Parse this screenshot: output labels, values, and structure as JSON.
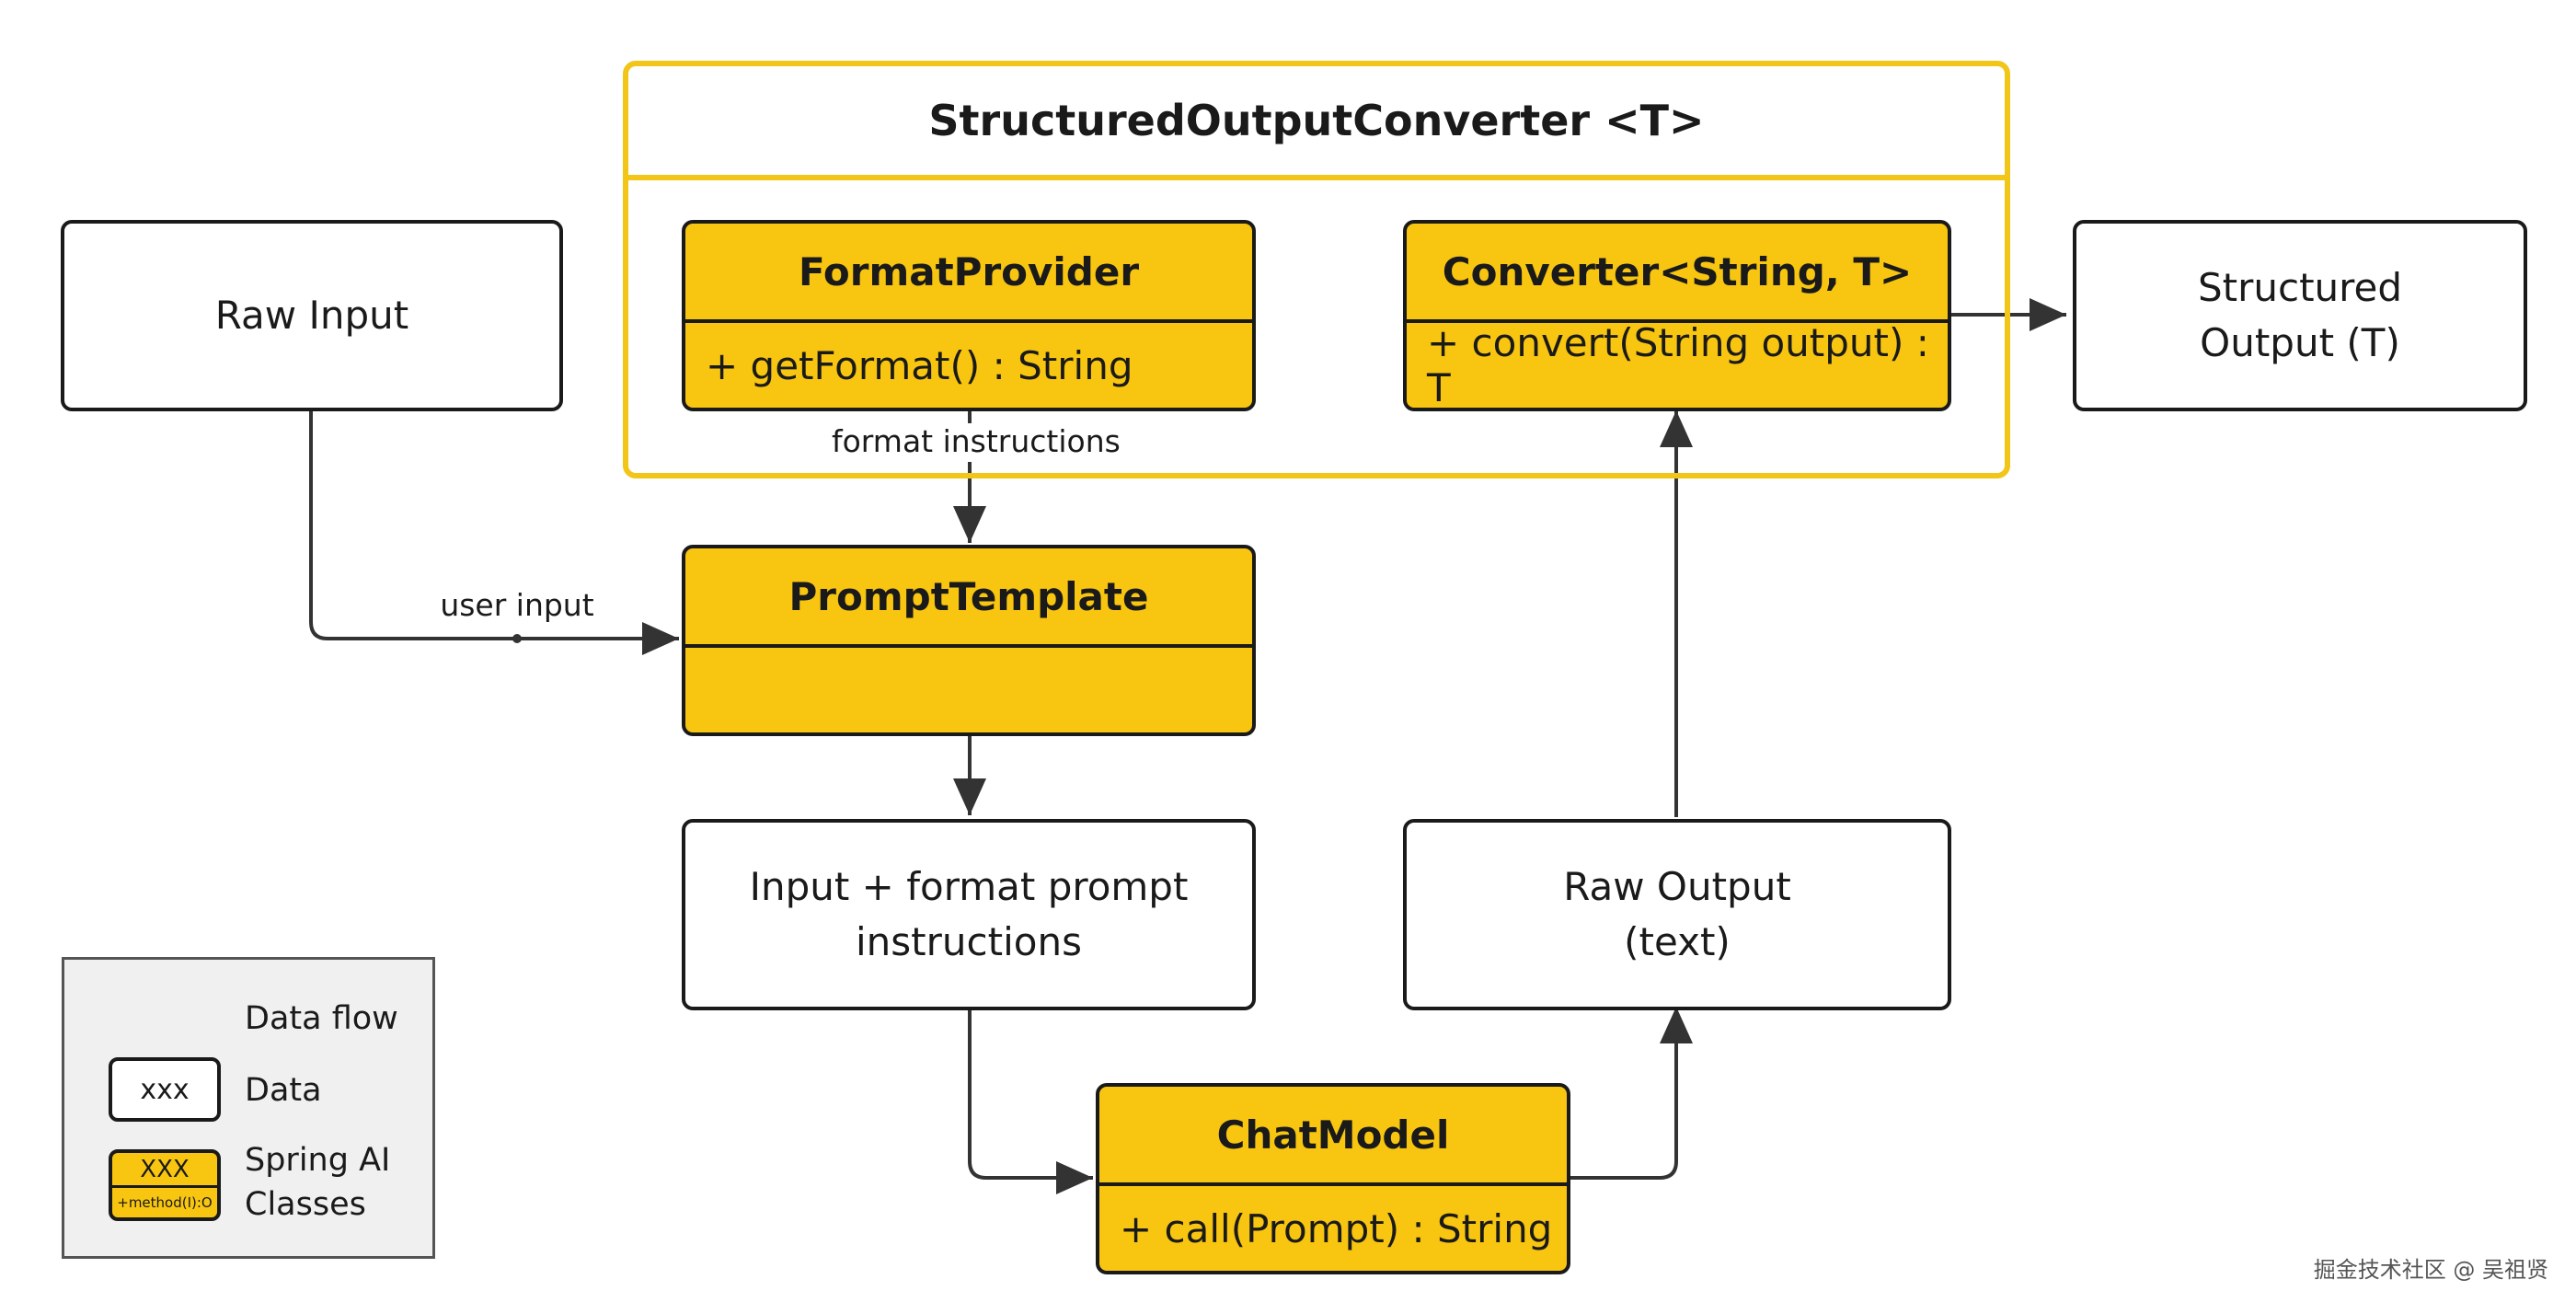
{
  "container": {
    "title": "StructuredOutputConverter <T>"
  },
  "raw_input": {
    "label": "Raw Input"
  },
  "format_provider": {
    "name": "FormatProvider",
    "method": "+ getFormat() : String"
  },
  "converter": {
    "name": "Converter<String, T>",
    "method": "+ convert(String output) : T"
  },
  "structured_output": {
    "line1": "Structured",
    "line2": "Output (T)"
  },
  "prompt_template": {
    "name": "PromptTemplate"
  },
  "input_prompt": {
    "line1": "Input + format prompt",
    "line2": "instructions"
  },
  "raw_output": {
    "line1": "Raw Output",
    "line2": "(text)"
  },
  "chat_model": {
    "name": "ChatModel",
    "method": "+ call(Prompt) : String"
  },
  "edge_labels": {
    "format_instructions": "format instructions",
    "user_input": "user input"
  },
  "legend": {
    "data_flow": "Data flow",
    "data_sample": "xxx",
    "data": "Data",
    "class_sample": "XXX",
    "class_method": "+method(I):O",
    "spring_line1": "Spring AI",
    "spring_line2": "Classes"
  },
  "watermark": "掘金技术社区 @ 吴祖贤",
  "colors": {
    "class_fill": "#f8c510",
    "container_border": "#f2c618",
    "stroke": "#1a1a1a",
    "legend_bg": "#f0f0f0"
  }
}
